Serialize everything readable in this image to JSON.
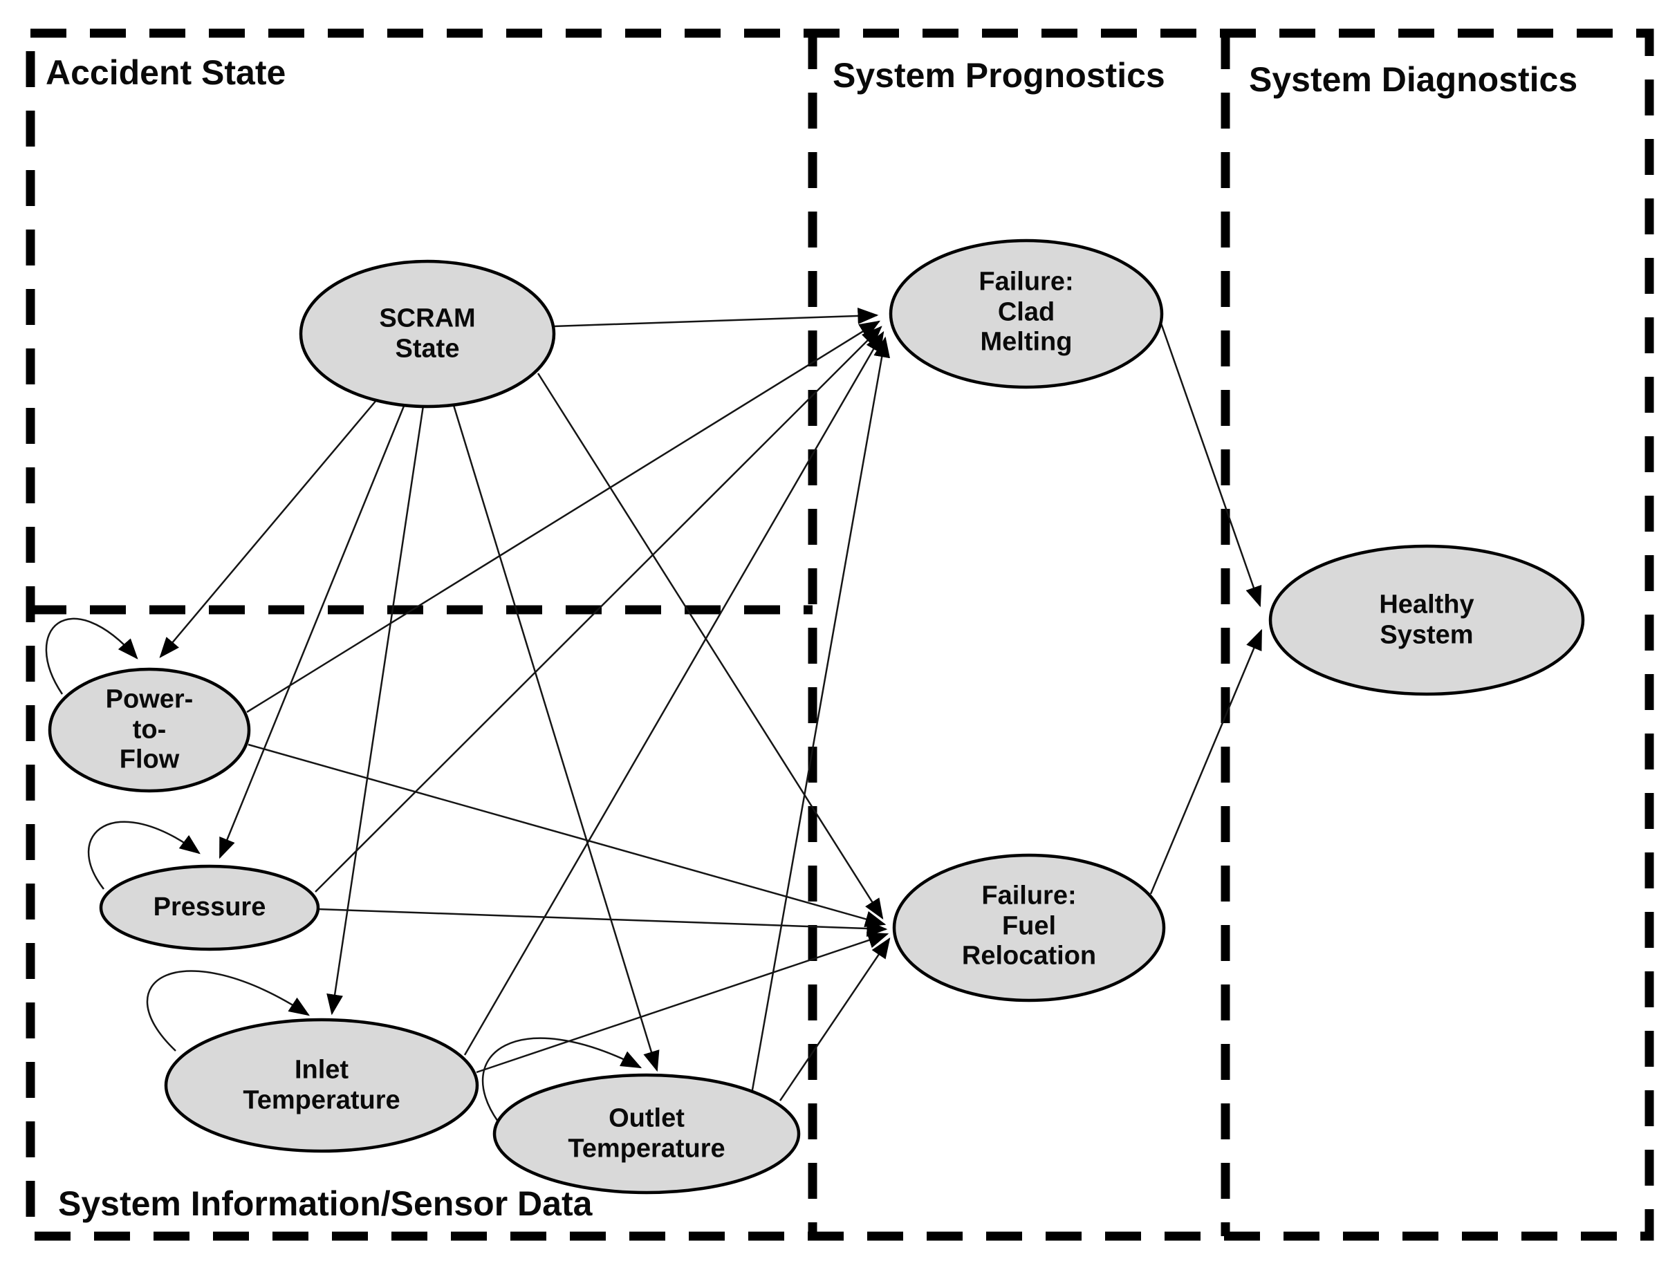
{
  "figure": {
    "background": "#ffffff",
    "node_fill": "#d9d9d9",
    "node_stroke": "#000000",
    "edge_color": "#151515",
    "border_style": "dashed"
  },
  "regions": [
    {
      "id": "accident-state",
      "label": "Accident State"
    },
    {
      "id": "system-prognostics",
      "label": "System Prognostics"
    },
    {
      "id": "system-diagnostics",
      "label": "System Diagnostics"
    },
    {
      "id": "system-information-sensor-data",
      "label": "System Information/Sensor Data"
    }
  ],
  "nodes": [
    {
      "id": "scram-state",
      "label": "SCRAM\nState",
      "region": "Accident State",
      "self_loop": false
    },
    {
      "id": "power-to-flow",
      "label": "Power-\nto-\nFlow",
      "region": "System Information/Sensor Data",
      "self_loop": true
    },
    {
      "id": "pressure",
      "label": "Pressure",
      "region": "System Information/Sensor Data",
      "self_loop": true
    },
    {
      "id": "inlet-temperature",
      "label": "Inlet\nTemperature",
      "region": "System Information/Sensor Data",
      "self_loop": true
    },
    {
      "id": "outlet-temperature",
      "label": "Outlet\nTemperature",
      "region": "System Information/Sensor Data",
      "self_loop": true
    },
    {
      "id": "failure-clad-melting",
      "label": "Failure:\nClad\nMelting",
      "region": "System Prognostics",
      "self_loop": false
    },
    {
      "id": "failure-fuel-relocation",
      "label": "Failure:\nFuel\nRelocation",
      "region": "System Prognostics",
      "self_loop": false
    },
    {
      "id": "healthy-system",
      "label": "Healthy\nSystem",
      "region": "System Diagnostics",
      "self_loop": false
    }
  ],
  "edges": [
    {
      "from": "scram-state",
      "to": "power-to-flow"
    },
    {
      "from": "scram-state",
      "to": "pressure"
    },
    {
      "from": "scram-state",
      "to": "inlet-temperature"
    },
    {
      "from": "scram-state",
      "to": "outlet-temperature"
    },
    {
      "from": "scram-state",
      "to": "failure-clad-melting"
    },
    {
      "from": "scram-state",
      "to": "failure-fuel-relocation"
    },
    {
      "from": "power-to-flow",
      "to": "power-to-flow"
    },
    {
      "from": "power-to-flow",
      "to": "failure-clad-melting"
    },
    {
      "from": "power-to-flow",
      "to": "failure-fuel-relocation"
    },
    {
      "from": "pressure",
      "to": "pressure"
    },
    {
      "from": "pressure",
      "to": "failure-clad-melting"
    },
    {
      "from": "pressure",
      "to": "failure-fuel-relocation"
    },
    {
      "from": "inlet-temperature",
      "to": "inlet-temperature"
    },
    {
      "from": "inlet-temperature",
      "to": "failure-clad-melting"
    },
    {
      "from": "inlet-temperature",
      "to": "failure-fuel-relocation"
    },
    {
      "from": "outlet-temperature",
      "to": "outlet-temperature"
    },
    {
      "from": "outlet-temperature",
      "to": "failure-clad-melting"
    },
    {
      "from": "outlet-temperature",
      "to": "failure-fuel-relocation"
    },
    {
      "from": "failure-clad-melting",
      "to": "healthy-system"
    },
    {
      "from": "failure-fuel-relocation",
      "to": "healthy-system"
    }
  ]
}
